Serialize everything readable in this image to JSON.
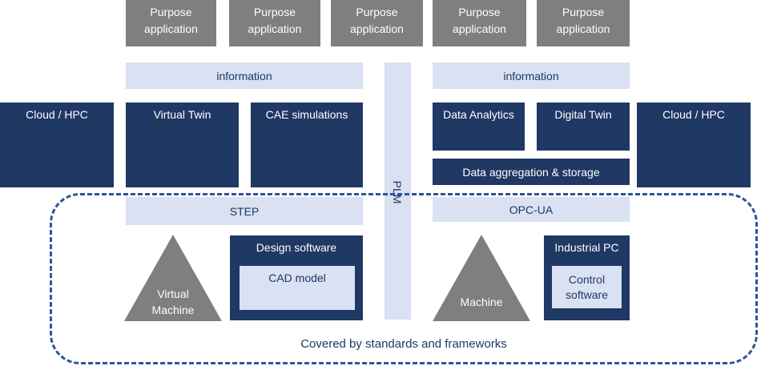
{
  "purpose_apps": [
    "Purpose\napplication",
    "Purpose\napplication",
    "Purpose\napplication",
    "Purpose\napplication",
    "Purpose\napplication"
  ],
  "left": {
    "information": "information",
    "cloud": "Cloud / HPC",
    "virtual_twin": "Virtual Twin",
    "cae": "CAE simulations",
    "standard": "STEP",
    "design_software": "Design software",
    "cad_model": "CAD model",
    "virtual_machine": "Virtual\nMachine"
  },
  "plm": "PLM",
  "right": {
    "information": "information",
    "data_analytics": "Data Analytics",
    "digital_twin": "Digital Twin",
    "cloud": "Cloud / HPC",
    "aggregation": "Data aggregation & storage",
    "standard": "OPC-UA",
    "industrial_pc": "Industrial PC",
    "control_software": "Control\nsoftware",
    "machine": "Machine"
  },
  "covered_caption": "Covered by standards and frameworks",
  "colors": {
    "navy": "#1f3864",
    "light": "#d9e1f2",
    "grey": "#7f7f7f",
    "dashed": "#2f5597"
  }
}
